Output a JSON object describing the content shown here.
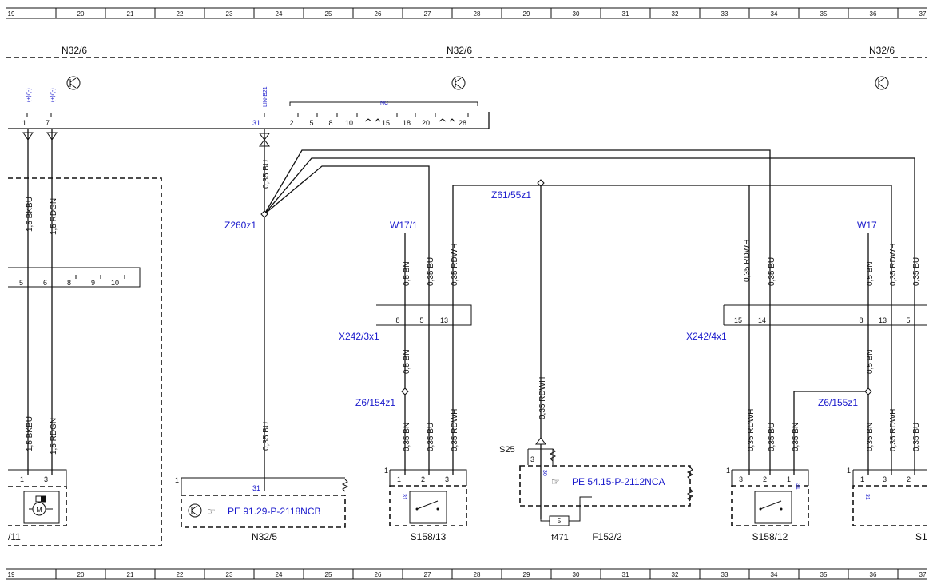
{
  "ruler": [
    "19",
    "20",
    "21",
    "22",
    "23",
    "24",
    "25",
    "26",
    "27",
    "28",
    "29",
    "30",
    "31",
    "32",
    "33",
    "34",
    "35",
    "36",
    "37"
  ],
  "module": {
    "name": "N32/6",
    "signal_labels": [
      "(+)/(-)",
      "(+)/(-)",
      "LIN-B21"
    ],
    "pins_left": [
      "1",
      "7"
    ],
    "pin_lin": "31",
    "nc_label": "NC",
    "nc_pins": [
      "2",
      "5",
      "8",
      "10",
      "15",
      "18",
      "20",
      "28"
    ]
  },
  "left_connector": {
    "pins": [
      "5",
      "6",
      "8",
      "9",
      "10"
    ],
    "pin_motor_a": "1",
    "pin_motor_b": "3",
    "label": "/11"
  },
  "wire_labels": {
    "bkbu_15": "1,5 BKBU",
    "rdgn_15": "1,5 RDGN",
    "bu_035": "0,35 BU",
    "bn_05": "0,5 BN",
    "bn_035": "0,35 BN",
    "rdwh_035": "0,35 RDWH"
  },
  "splices": {
    "z260": "Z260z1",
    "z61": "Z61/55z1",
    "z6_154": "Z6/154z1",
    "z6_155": "Z6/155z1"
  },
  "grounds": {
    "w17_1": "W17/1",
    "w17": "W17"
  },
  "connectors": {
    "x242_3": {
      "name": "X242/3x1",
      "pins": [
        "8",
        "5",
        "13"
      ]
    },
    "x242_4": {
      "name": "X242/4x1",
      "pins": [
        "15",
        "14",
        "8",
        "13",
        "5"
      ]
    }
  },
  "components": {
    "n32_5": {
      "name": "N32/5",
      "ref": "PE 91.29-P-2118NCB",
      "pin_box": "1",
      "pin": "31"
    },
    "s158_13": {
      "name": "S158/13",
      "pin_box": "1",
      "pins": [
        "1",
        "2",
        "3"
      ],
      "ground_pin": "31"
    },
    "s25": {
      "name": "S25"
    },
    "pe_5415": {
      "ref": "PE 54.15-P-2112NCA",
      "pin3": "3",
      "pin30": "30",
      "fuse_number": "5"
    },
    "f471": {
      "name": "f471"
    },
    "f152_2": {
      "name": "F152/2"
    },
    "s158_12": {
      "name": "S158/12",
      "pin_box": "1",
      "pins": [
        "3",
        "2",
        "1"
      ],
      "ground_pin": "31"
    },
    "right_edge": {
      "name": "S1",
      "pin_box": "1",
      "pins": [
        "1",
        "3",
        "2"
      ],
      "ground_pin": "31"
    }
  }
}
